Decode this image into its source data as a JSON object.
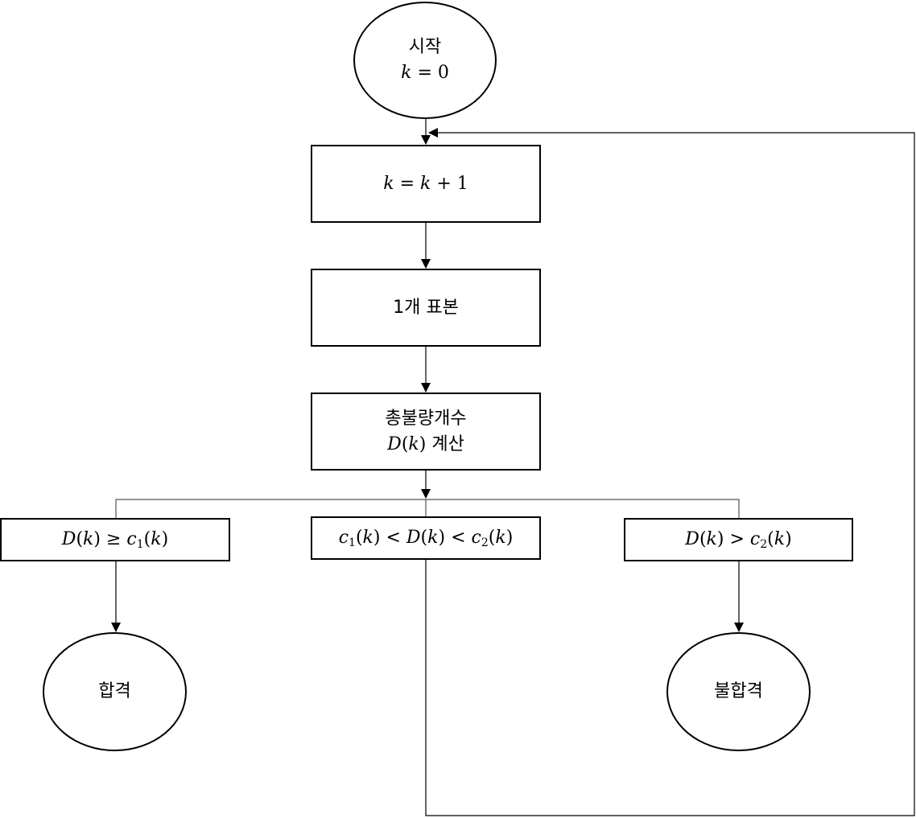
{
  "nodes": {
    "start": {
      "label": "시작",
      "equation": {
        "var": "k",
        "rel": "=",
        "val": "0"
      }
    },
    "increment": {
      "lhs": "k",
      "rel": "=",
      "rhs_var": "k",
      "op": "+",
      "rhs_val": "1"
    },
    "sample": {
      "label": "1개 표본"
    },
    "count": {
      "label": "총불량개수",
      "func": "D",
      "var": "k",
      "label2": "계산"
    },
    "accept_condition": {
      "lhs_func": "D",
      "var": "k",
      "rel": "≥",
      "rhs_func": "c",
      "rhs_sub": "1"
    },
    "continue_condition": {
      "left_func": "c",
      "left_sub": "1",
      "var": "k",
      "rel1": "<",
      "mid_func": "D",
      "rel2": "<",
      "right_func": "c",
      "right_sub": "2"
    },
    "reject_condition": {
      "lhs_func": "D",
      "var": "k",
      "rel": ">",
      "rhs_func": "c",
      "rhs_sub": "2"
    },
    "accept": {
      "label": "합격"
    },
    "reject": {
      "label": "불합격"
    }
  },
  "colors": {
    "stroke": "#000000",
    "branch_line": "#555555",
    "background": "#ffffff"
  }
}
